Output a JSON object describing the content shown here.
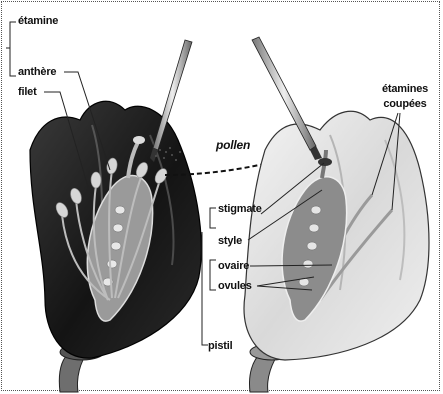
{
  "labels": {
    "etamine": "étamine",
    "anthere": "anthère",
    "filet": "filet",
    "pollen": "pollen",
    "etamines_coupees_1": "étamines",
    "etamines_coupees_2": "coupées",
    "stigmate": "stigmate",
    "style": "style",
    "ovaire": "ovaire",
    "ovules": "ovules",
    "pistil": "pistil"
  },
  "colors": {
    "flower_dark": "#1c1c1c",
    "flower_light": "#e6e6e6",
    "tissue": "#8f8f8f",
    "line": "#222222"
  },
  "icons": {
    "brush": "paintbrush-icon"
  }
}
